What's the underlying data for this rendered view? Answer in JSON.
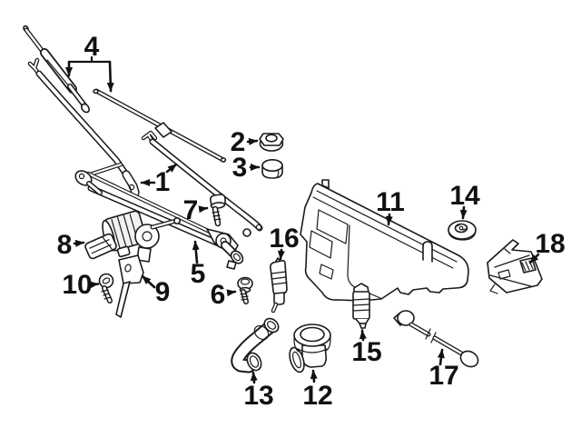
{
  "diagram": {
    "background": "#ffffff",
    "ink": "#1a1a1a",
    "callout_color": "#111111",
    "callouts": [
      {
        "num": "1"
      },
      {
        "num": "2"
      },
      {
        "num": "3"
      },
      {
        "num": "4"
      },
      {
        "num": "5"
      },
      {
        "num": "6"
      },
      {
        "num": "7"
      },
      {
        "num": "8"
      },
      {
        "num": "9"
      },
      {
        "num": "10"
      },
      {
        "num": "11"
      },
      {
        "num": "12"
      },
      {
        "num": "13"
      },
      {
        "num": "14"
      },
      {
        "num": "15"
      },
      {
        "num": "16"
      },
      {
        "num": "17"
      },
      {
        "num": "18"
      }
    ]
  }
}
